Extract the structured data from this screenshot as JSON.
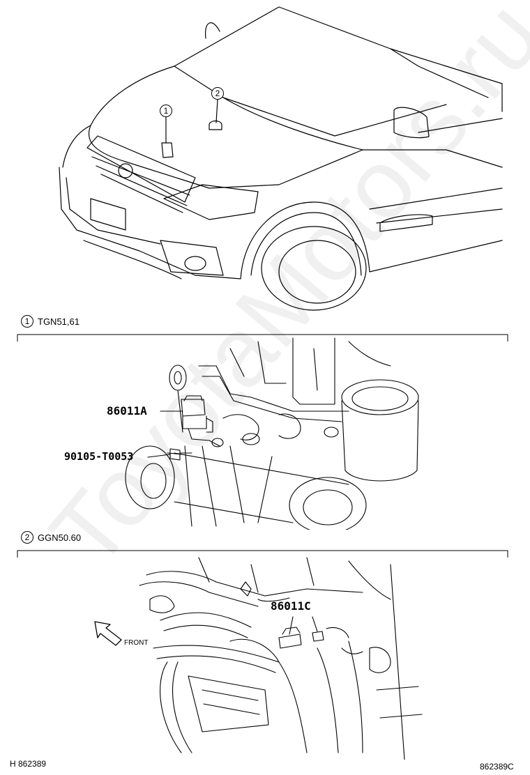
{
  "overview": {
    "callouts": [
      {
        "number": "1"
      },
      {
        "number": "2"
      }
    ]
  },
  "section1": {
    "number": "1",
    "models": "TGN51,61",
    "parts": [
      {
        "code": "86011A"
      },
      {
        "code": "90105-T0053"
      }
    ]
  },
  "section2": {
    "number": "2",
    "models": "GGN50.60",
    "parts": [
      {
        "code": "86011C"
      }
    ],
    "direction_label": "FRONT"
  },
  "footer": {
    "left_id": "H 862389",
    "right_id": "862389C"
  },
  "watermark": "ToyotaMotors.ru"
}
